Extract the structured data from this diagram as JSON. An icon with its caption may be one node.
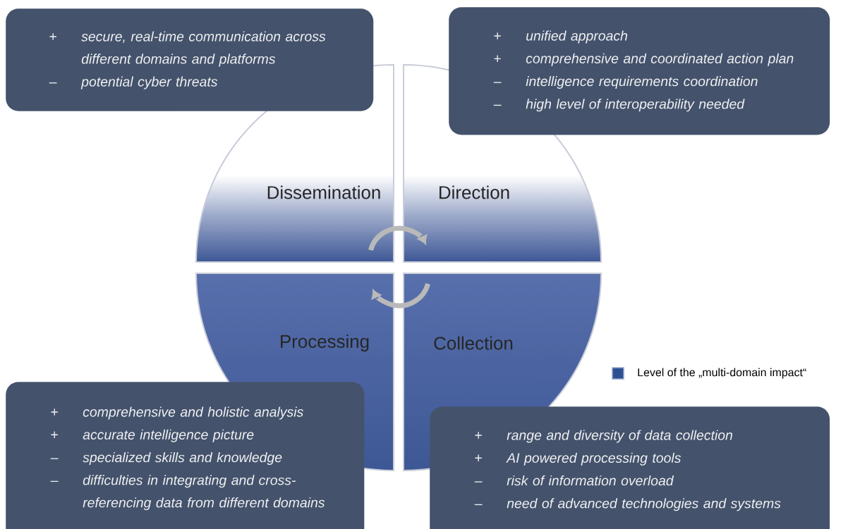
{
  "diagram": {
    "nodes": [
      {
        "text": [
          "+",
          "secure, real-time communication across different domains and platforms",
          "–",
          "potential cyber threats"
        ]
      },
      {
        "text": [
          "+",
          "unified approach",
          "+",
          "comprehensive and coordinated action plan",
          "–",
          "intelligence requirements coordination",
          "–",
          "high level of interoperability needed"
        ]
      },
      {
        "text": [
          "Dissemination"
        ]
      },
      {
        "text": [
          "Direction"
        ]
      },
      {
        "text": [
          "Processing"
        ]
      },
      {
        "text": [
          "Collection"
        ]
      },
      {
        "text": [
          "+",
          "comprehensive and holistic analysis",
          "+",
          "accurate intelligence picture",
          "–",
          "specialized skills and knowledge",
          "–",
          "difficulties in integrating and cross-referencing data from different domains"
        ]
      },
      {
        "text": [
          "+",
          "range and diversity of data collection",
          "+",
          "AI powered processing tools",
          "–",
          "risk of information overload",
          "–",
          "need of advanced technologies and systems"
        ]
      }
    ],
    "legend": [
      {
        "text": "Level of the „multi-domain impact“",
        "color": "#2f4f93"
      }
    ]
  }
}
